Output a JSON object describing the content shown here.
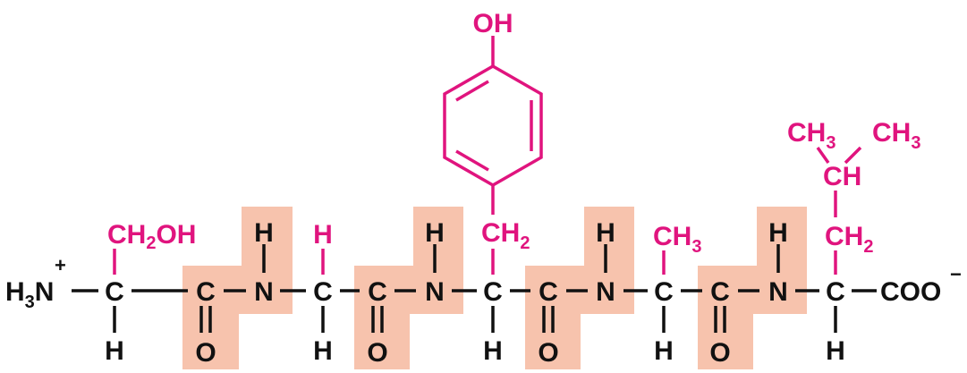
{
  "colors": {
    "backbone": "#111111",
    "side_chain": "#e0147e",
    "peptide_bond_highlight": "#f7c3ad"
  },
  "backbone": {
    "n_terminus": {
      "symbol": "H",
      "subscript": "3",
      "atom": "N",
      "charge": "+"
    },
    "carbons": [
      {
        "label": "C",
        "bottom_h": "H"
      },
      {
        "label": "C",
        "bottom_h": "H"
      },
      {
        "label": "C",
        "bottom_h": "H"
      },
      {
        "label": "C",
        "bottom_h": "H"
      },
      {
        "label": "C",
        "bottom_h": "H"
      }
    ],
    "carbonyls": [
      {
        "carbon": "C",
        "oxygen": "O"
      },
      {
        "carbon": "C",
        "oxygen": "O"
      },
      {
        "carbon": "C",
        "oxygen": "O"
      },
      {
        "carbon": "C",
        "oxygen": "O"
      }
    ],
    "amides": [
      {
        "nitrogen": "N",
        "hydrogen": "H"
      },
      {
        "nitrogen": "N",
        "hydrogen": "H"
      },
      {
        "nitrogen": "N",
        "hydrogen": "H"
      },
      {
        "nitrogen": "N",
        "hydrogen": "H"
      }
    ],
    "c_terminus": {
      "group": "COO",
      "charge": "−"
    }
  },
  "side_chains": {
    "serine": {
      "pre": "CH",
      "subscript": "2",
      "post": "OH"
    },
    "glycine": {
      "text": "H"
    },
    "tyrosine": {
      "ch2": "CH",
      "ch2_subscript": "2",
      "hydroxyl": "OH"
    },
    "alanine": {
      "pre": "CH",
      "subscript": "3"
    },
    "leucine": {
      "ch2": "CH",
      "ch2_subscript": "2",
      "ch_c": "C",
      "ch_h": "H",
      "methyl_left": "CH",
      "methyl_left_subscript": "3",
      "methyl_right": "CH",
      "methyl_right_subscript": "3"
    }
  }
}
